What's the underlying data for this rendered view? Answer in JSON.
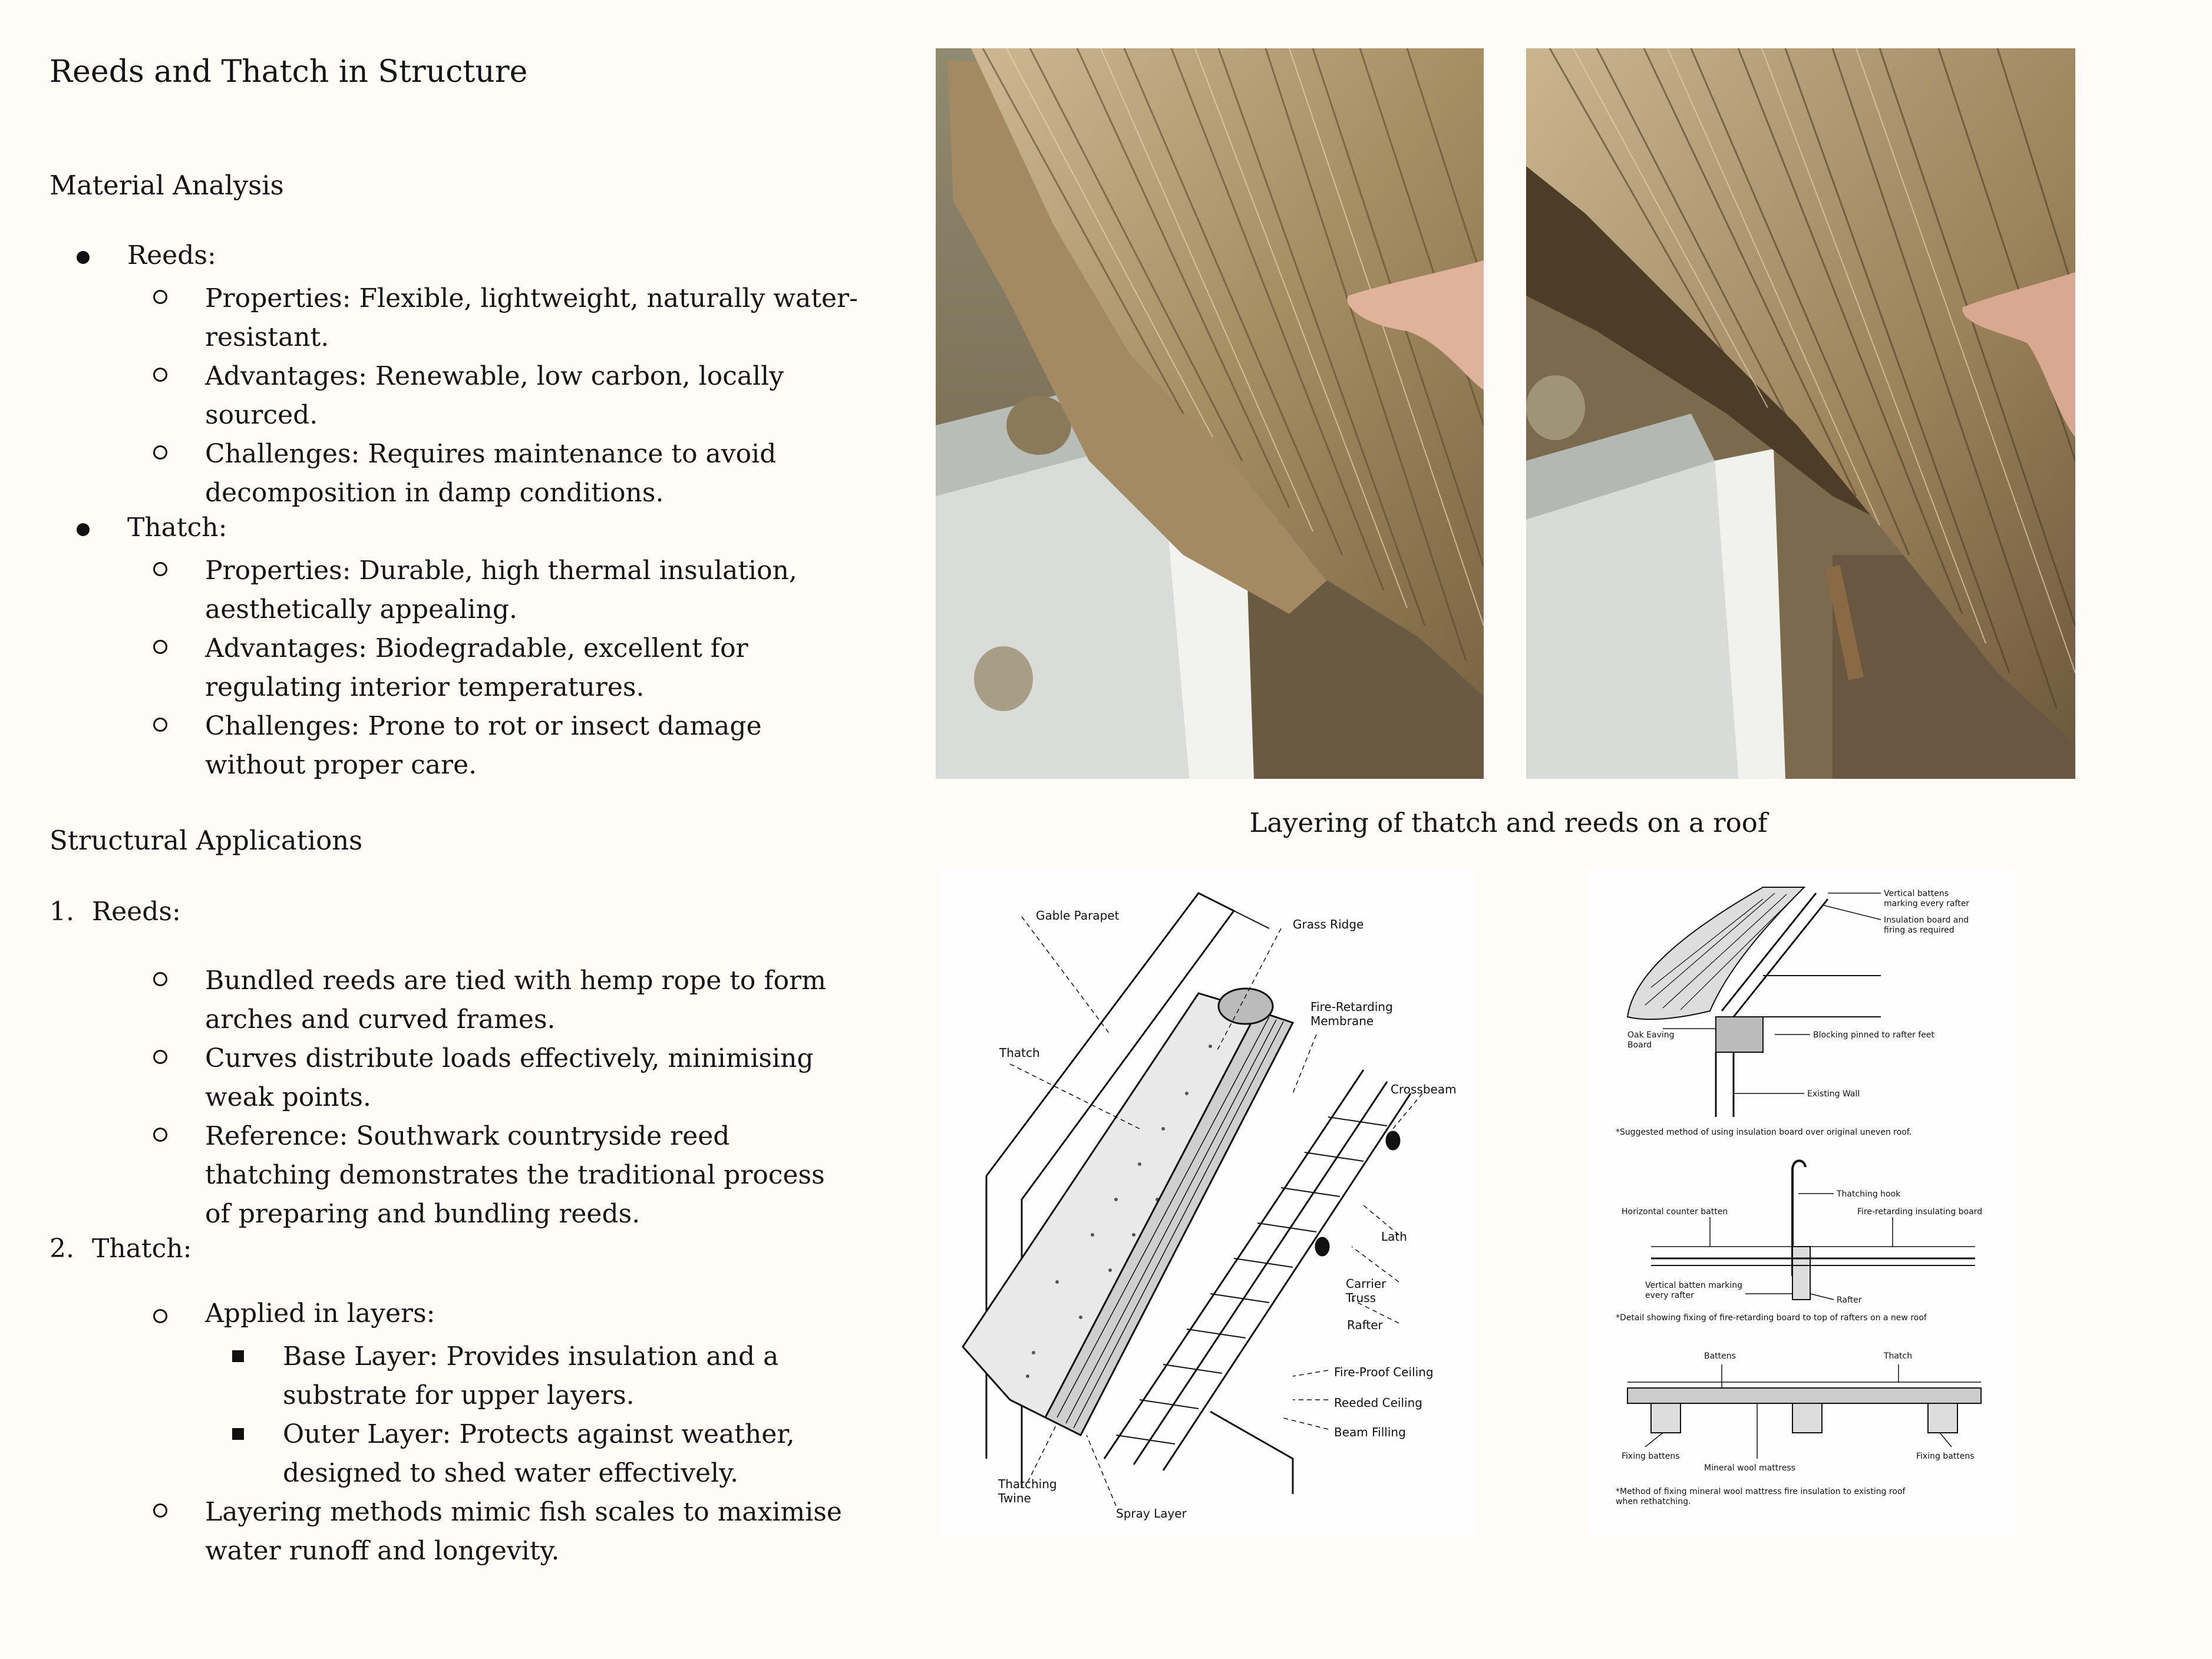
{
  "title": "Reeds and Thatch in Structure",
  "material_analysis": {
    "heading": "Material Analysis",
    "reeds": {
      "label": "Reeds:",
      "properties": "Properties: Flexible, lightweight, naturally water-\nresistant.",
      "advantages": "Advantages: Renewable, low carbon, locally\nsourced.",
      "challenges": "Challenges: Requires maintenance to avoid\ndecomposition in damp conditions."
    },
    "thatch": {
      "label": "Thatch:",
      "properties": "Properties: Durable, high thermal insulation,\naesthetically appealing.",
      "advantages": "Advantages: Biodegradable, excellent for\nregulating interior temperatures.",
      "challenges": "Challenges: Prone to rot or insect damage\nwithout proper care."
    }
  },
  "structural_applications": {
    "heading": "Structural Applications",
    "reeds": {
      "number": "1.",
      "label": "Reeds:",
      "items": [
        "Bundled reeds are tied with hemp rope to form\narches and curved frames.",
        "Curves distribute loads effectively, minimising\nweak points.",
        "Reference: Southwark countryside reed\nthatching demonstrates the traditional process\nof preparing and bundling reeds."
      ]
    },
    "thatch": {
      "number": "2.",
      "label": "Thatch:",
      "applied": "Applied in layers:",
      "base_layer": "Base Layer: Provides insulation and a\nsubstrate for upper layers.",
      "outer_layer": "Outer Layer: Protects against weather,\ndesigned to shed water effectively.",
      "layering": "Layering methods mimic fish scales to maximise\nwater runoff and longevity."
    }
  },
  "photo_caption": "Layering of thatch and reeds on a roof",
  "diagram_left_labels": {
    "gable": "Gable Parapet",
    "ridge": "Grass Ridge",
    "membrane": "Fire-Retarding\nMembrane",
    "thatch": "Thatch",
    "crossbeam": "Crossbeam",
    "lath": "Lath",
    "carrier": "Carrier\nTruss",
    "rafter": "Rafter",
    "ceiling": "Fire-Proof Ceiling",
    "reeded": "Reeded Ceiling",
    "beam": "Beam Filling",
    "twine": "Thatching\nTwine",
    "spray": "Spray Layer"
  },
  "diagram_right_labels": {
    "vertical_battens": "Vertical battens\nmarking every rafter",
    "insulation_board": "Insulation board and\nfiring as required",
    "oak_eaves": "Oak Eaving\nBoard",
    "blocking": "Blocking pinned to rafter feet",
    "existing_wall": "Existing Wall",
    "note1": "*Suggested method of using insulation board over original uneven roof.",
    "hook": "Thatching hook",
    "horizontal_batten": "Horizontal counter batten",
    "fire_board": "Fire-retarding insulating board",
    "vertical_batten": "Vertical batten marking\nevery rafter",
    "rafter": "Rafter",
    "note2": "*Detail showing fixing of fire-retarding board to top of rafters on a new roof",
    "battens": "Battens",
    "thatch": "Thatch",
    "fixing_left": "Fixing battens",
    "fixing_right": "Fixing battens",
    "mineral": "Mineral wool mattress",
    "note3": "*Method of fixing mineral wool mattress fire insulation to existing roof\nwhen rethatching."
  },
  "colors": {
    "background": "#fffcf8",
    "text": "#141414",
    "straw": "#b9a37a",
    "wood": "#d4d6d3"
  }
}
